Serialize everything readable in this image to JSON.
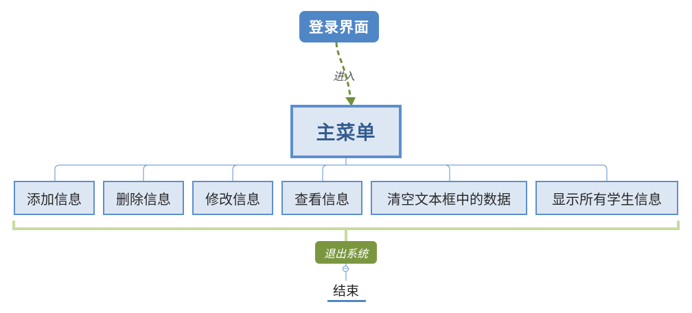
{
  "diagram": {
    "top_node": "登录界面",
    "edge_label": "进入",
    "center_node": "主菜单",
    "children": [
      {
        "label": "添加信息"
      },
      {
        "label": "删除信息"
      },
      {
        "label": "修改信息"
      },
      {
        "label": "查看信息"
      },
      {
        "label": "清空文本框中的数据"
      },
      {
        "label": "显示所有学生信息"
      }
    ],
    "summary_label": "退出系统",
    "end_node": "结束"
  },
  "colors": {
    "node_fill": "#dde7f4",
    "node_border": "#5b8fd0",
    "top_fill": "#4f86c6",
    "arrow": "#6f8f3a",
    "bracket": "#c6dca0",
    "summary_fill": "#7a9740"
  }
}
